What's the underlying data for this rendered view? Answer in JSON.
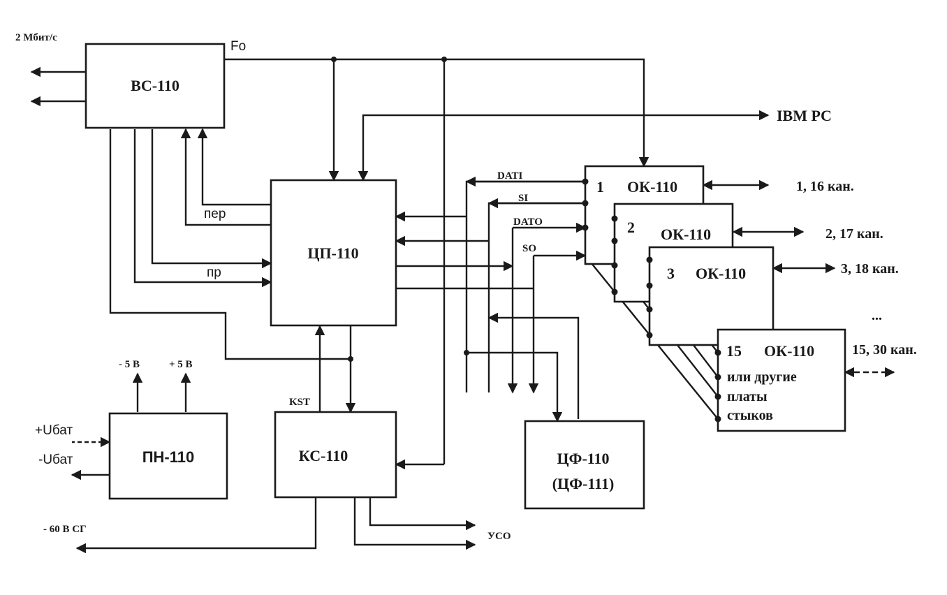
{
  "blocks": {
    "bs": "ВС-110",
    "cp": "ЦП-110",
    "pn": "ПН-110",
    "ks": "КС-110",
    "cf": "ЦФ-110",
    "cf_alt": "(ЦФ-111)",
    "ok": "ОК-110",
    "ok_alt_line1": "или другие",
    "ok_alt_line2": "платы",
    "ok_alt_line3": "стыков"
  },
  "ok_numbers": [
    "1",
    "2",
    "3",
    "15"
  ],
  "channels": [
    "1, 16 кан.",
    "2, 17 кан.",
    "3, 18 кан.",
    "15, 30 кан."
  ],
  "ellipsis": "...",
  "signals": {
    "rate": "2 Мбит/с",
    "fo": "Fo",
    "ibm": "IBM PC",
    "per": "пер",
    "pr": "пр",
    "kst": "KST",
    "dati": "DATI",
    "si": "SI",
    "dato": "DATO",
    "so": "SO",
    "minus5": "- 5 В",
    "plus5": "+ 5 В",
    "ubat_plus": "+Uбат",
    "ubat_minus": "-Uбат",
    "sg": "- 60 В СГ",
    "uso": "УСО"
  }
}
